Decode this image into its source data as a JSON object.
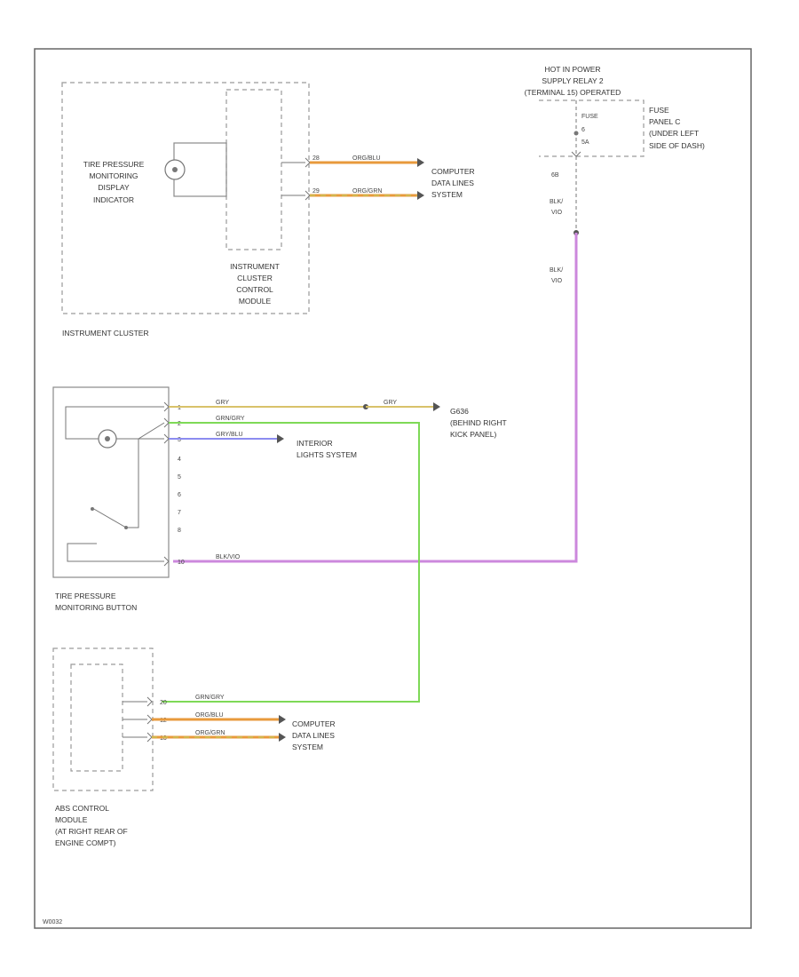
{
  "colors": {
    "orange": "#e89a3c",
    "green": "#7ed957",
    "violet": "#cc88dd",
    "blue": "#8c8cf0",
    "gray_tan": "#d8c26a",
    "line": "#777777"
  },
  "cluster": {
    "indicator": [
      "TIRE PRESSURE",
      "MONITORING",
      "DISPLAY",
      "INDICATOR"
    ],
    "module": [
      "INSTRUMENT",
      "CLUSTER",
      "CONTROL",
      "MODULE"
    ],
    "title": "INSTRUMENT CLUSTER",
    "pins": [
      "28",
      "29"
    ],
    "wires": [
      "ORG/BLU",
      "ORG/GRN"
    ],
    "dest": [
      "COMPUTER",
      "DATA LINES",
      "SYSTEM"
    ]
  },
  "power": {
    "header": [
      "HOT IN POWER",
      "SUPPLY RELAY 2",
      "(TERMINAL 15) OPERATED"
    ],
    "fuse_name": "FUSE",
    "fuse_num": "6",
    "fuse_amp": "5A",
    "panel": [
      "FUSE",
      "PANEL C",
      "(UNDER LEFT",
      "SIDE OF DASH)"
    ],
    "pin": "6B",
    "wire1": [
      "BLK/",
      "VIO"
    ],
    "wire2": [
      "BLK/",
      "VIO"
    ]
  },
  "button": {
    "title": [
      "TIRE PRESSURE",
      "MONITORING BUTTON"
    ],
    "pins": [
      "1",
      "2",
      "3",
      "4",
      "5",
      "6",
      "7",
      "8",
      "10"
    ],
    "wire1": "GRY",
    "wire1b": "GRY",
    "ground": [
      "G636",
      "(BEHIND RIGHT",
      "KICK PANEL)"
    ],
    "wire2": "GRN/GRY",
    "wire3": "GRY/BLU",
    "lights": [
      "INTERIOR",
      "LIGHTS SYSTEM"
    ],
    "wire10": "BLK/VIO"
  },
  "abs": {
    "title": [
      "ABS CONTROL",
      "MODULE",
      "(AT RIGHT REAR OF",
      "ENGINE COMPT)"
    ],
    "pins": [
      "20",
      "12",
      "13"
    ],
    "wires": [
      "GRN/GRY",
      "ORG/BLU",
      "ORG/GRN"
    ],
    "dest": [
      "COMPUTER",
      "DATA LINES",
      "SYSTEM"
    ]
  },
  "footer_code": "W0032"
}
